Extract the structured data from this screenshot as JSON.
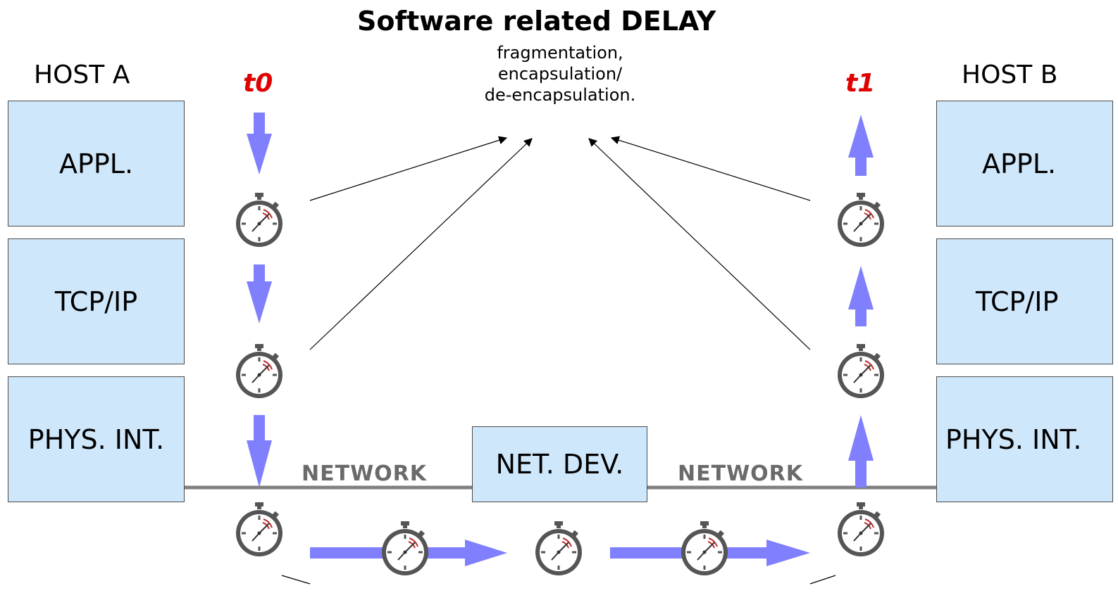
{
  "title": "Software related DELAY",
  "note_lines": [
    "fragmentation,",
    "encapsulation/",
    "de-encapsulation."
  ],
  "host_a": {
    "label": "HOST A",
    "time_label": "t0",
    "layers": [
      "APPL.",
      "TCP/IP",
      "PHYS. INT."
    ]
  },
  "host_b": {
    "label": "HOST B",
    "time_label": "t1",
    "layers": [
      "APPL.",
      "TCP/IP",
      "PHYS. INT."
    ]
  },
  "network_device": "NET. DEV.",
  "network_labels": [
    "NETWORK",
    "NETWORK"
  ],
  "colors": {
    "box_fill": "#cfe7fb",
    "arrow": "#8080ff",
    "time_label": "#e00000",
    "network_line": "#808080",
    "stopwatch": "#555555",
    "stopwatch_accent": "#c03030"
  },
  "icons": [
    "stopwatch-icon",
    "down-arrow",
    "up-arrow",
    "right-arrow"
  ]
}
